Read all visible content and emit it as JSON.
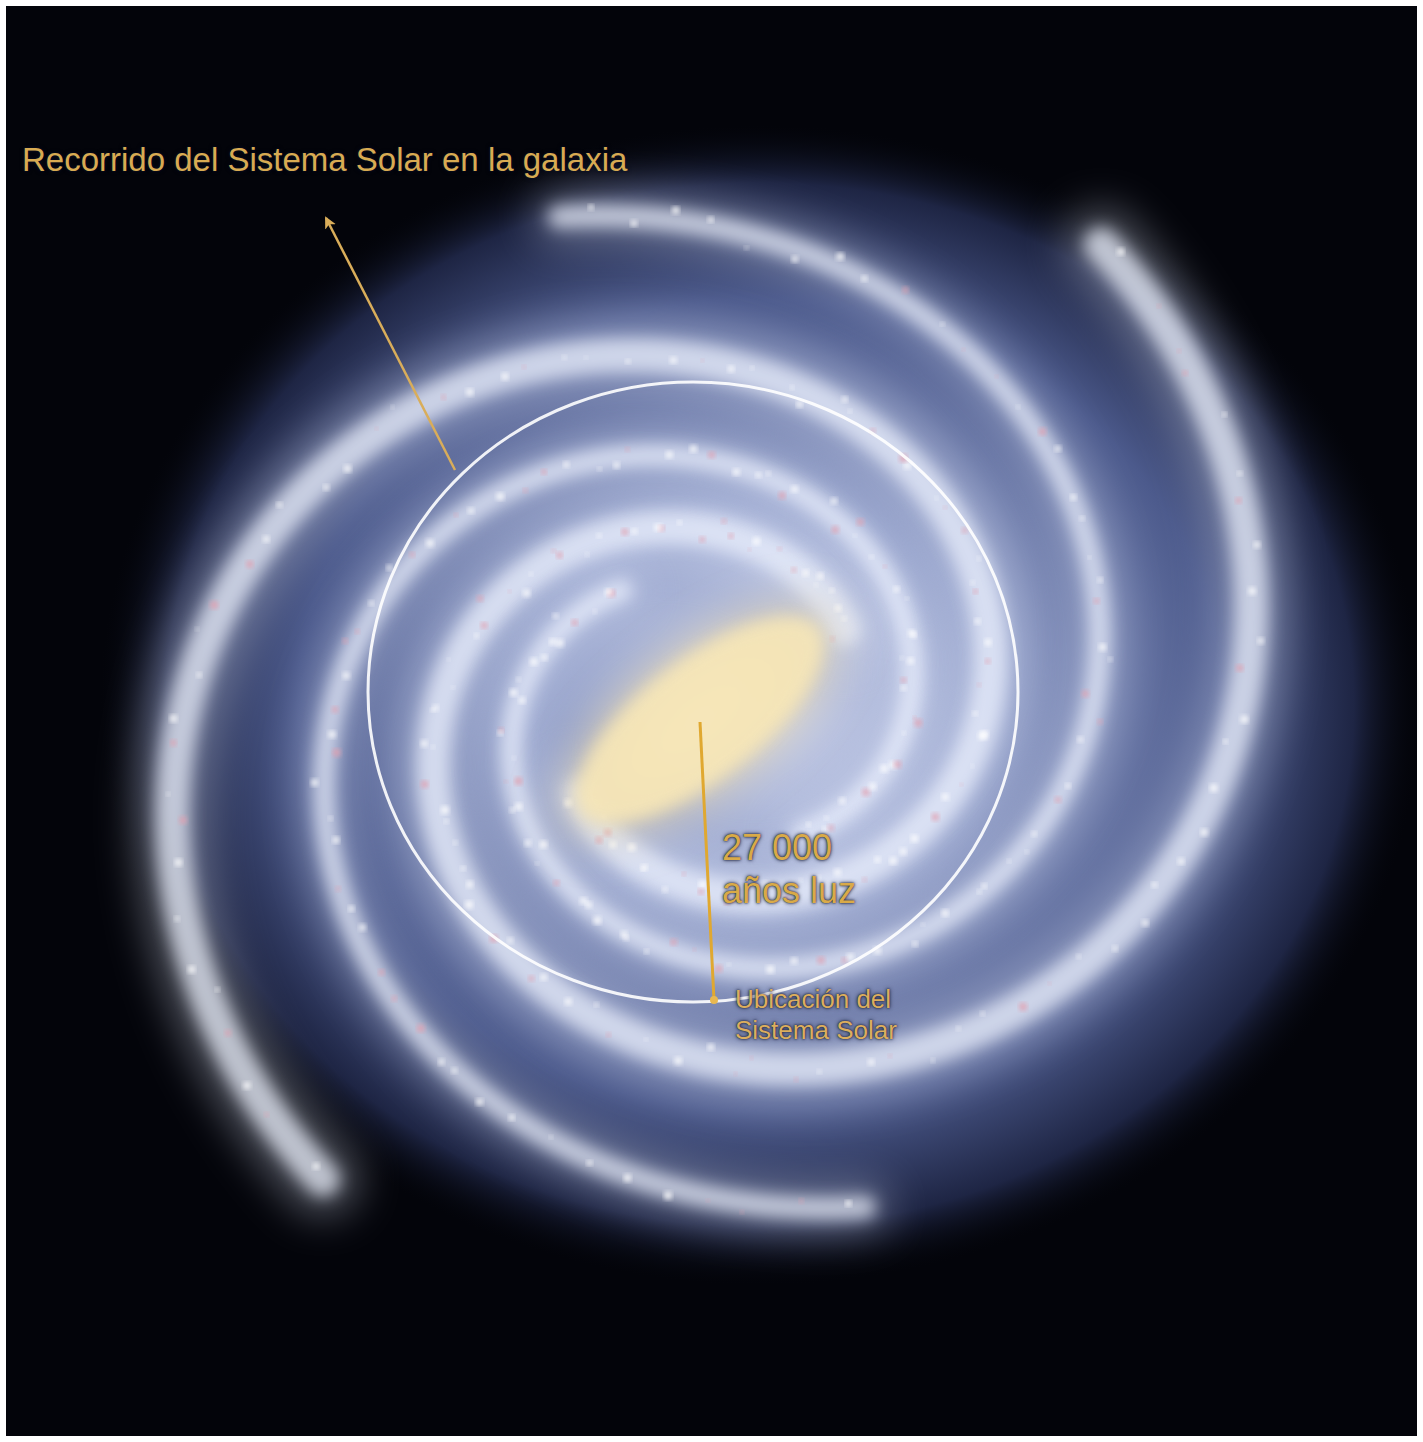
{
  "diagram": {
    "labels": [
      "Recorrido del Sistema Solar en la galaxia",
      "27 000 años luz",
      "Ubicación del Sistema Solar"
    ]
  }
}
